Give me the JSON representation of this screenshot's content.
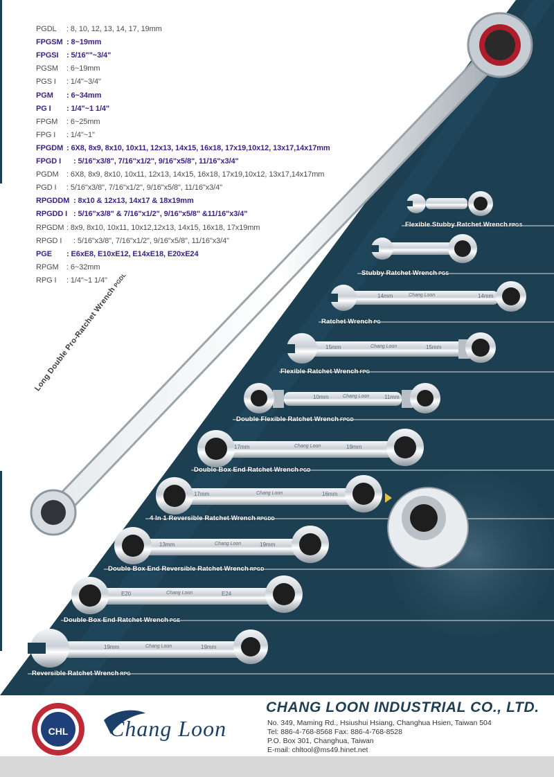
{
  "specs": [
    {
      "code": "PGDL",
      "value": ": 8, 10, 12, 13, 14, 17, 19mm",
      "highlight": false
    },
    {
      "code": "FPGSM",
      "value": ": 8~19mm",
      "highlight": true
    },
    {
      "code": "FPGSI",
      "value": ": 5/16\"\"~3/4\"",
      "highlight": true
    },
    {
      "code": "PGSM",
      "value": ": 6~19mm",
      "highlight": false
    },
    {
      "code": "PGS I",
      "value": ": 1/4\"~3/4\"",
      "highlight": false
    },
    {
      "code": "PGM",
      "value": ": 6~34mm",
      "highlight": true
    },
    {
      "code": "PG I",
      "value": ": 1/4\"~1 1/4\"",
      "highlight": true
    },
    {
      "code": "FPGM",
      "value": ": 6~25mm",
      "highlight": false
    },
    {
      "code": "FPG I",
      "value": ": 1/4\"~1\"",
      "highlight": false
    },
    {
      "code": "FPGDM",
      "value": ": 6X8, 8x9, 8x10, 10x11, 12x13, 14x15, 16x18, 17x19,10x12, 13x17,14x17mm",
      "highlight": true
    },
    {
      "code": "FPGD I",
      "value": ": 5/16\"x3/8\", 7/16\"x1/2\", 9/16\"x5/8\", 11/16\"x3/4\"",
      "highlight": true
    },
    {
      "code": "PGDM",
      "value": ": 6X8, 8x9, 8x10, 10x11, 12x13, 14x15, 16x18, 17x19,10x12, 13x17,14x17mm",
      "highlight": false
    },
    {
      "code": "PGD I",
      "value": ": 5/16\"x3/8\", 7/16\"x1/2\", 9/16\"x5/8\", 11/16\"x3/4\"",
      "highlight": false
    },
    {
      "code": "RPGDDM",
      "value": ": 8x10 & 12x13, 14x17 & 18x19mm",
      "highlight": true
    },
    {
      "code": "RPGDD I",
      "value": ": 5/16\"x3/8\" & 7/16\"x1/2\", 9/16\"x5/8\" &11/16\"x3/4\"",
      "highlight": true
    },
    {
      "code": "RPGDM",
      "value": ": 8x9, 8x10, 10x11, 10x12,12x13, 14x15, 16x18, 17x19mm",
      "highlight": false
    },
    {
      "code": "RPGD I",
      "value": ": 5/16\"x3/8\", 7/16\"x1/2\", 9/16\"x5/8\", 11/16\"x3/4\"",
      "highlight": false
    },
    {
      "code": "PGE",
      "value": ": E6xE8, E10xE12, E14xE18, E20xE24",
      "highlight": true
    },
    {
      "code": "RPGM",
      "value": ": 6~32mm",
      "highlight": false
    },
    {
      "code": "RPG I",
      "value": ": 1/4\"~1 1/4\"",
      "highlight": false
    }
  ],
  "products": {
    "pgdl": {
      "name": "Long Double Pro-Ratchet Wrench",
      "code": "PGDL"
    },
    "fpgs": {
      "name": "Flexible Stubby Ratchet Wrench",
      "code": "FPGS"
    },
    "pgs": {
      "name": "Stubby Ratchet Wrench",
      "code": "PGS"
    },
    "pg": {
      "name": "Ratchet Wrench",
      "code": "PG"
    },
    "fpg": {
      "name": "Flexible  Ratchet Wrench",
      "code": "FPG"
    },
    "fpgd": {
      "name": "Double Flexible Ratchet Wrench",
      "code": "FPGD"
    },
    "pgd": {
      "name": "Double Box End Ratchet Wrench",
      "code": "PGD"
    },
    "rpgdd": {
      "name": "4 In 1 Reversible Ratchet Wrench",
      "code": "RPGDD"
    },
    "rpgd": {
      "name": "Double Box End Reversible Ratchet Wrench",
      "code": "RPGD"
    },
    "pge": {
      "name": "Double Box End Ratchet Wrench",
      "code": "PGE"
    },
    "rpg": {
      "name": "Reversible Ratchet Wrench",
      "code": "RPG"
    }
  },
  "wrench_stamps": {
    "pg": [
      "14mm",
      "Chang Loon",
      "14mm"
    ],
    "fpg": [
      "15mm",
      "Chang Loon",
      "15mm"
    ],
    "fpgd": [
      "10mm",
      "Chang Loon",
      "11mm"
    ],
    "pgd": [
      "17mm",
      "Chang Loon",
      "19mm"
    ],
    "rpgdd": [
      "17mm",
      "Chang Loon",
      "16mm"
    ],
    "rpgd": [
      "13mm",
      "Chang Loon",
      "19mm"
    ],
    "pge": [
      "E20",
      "Chang Loon",
      "E24"
    ],
    "rpg": [
      "19mm",
      "Chang Loon",
      "19mm"
    ]
  },
  "company": {
    "logo_text": "CHL",
    "brand": "Chang Loon",
    "name": "CHANG LOON INDUSTRIAL CO., LTD.",
    "address": "No. 349, Maming Rd., Hsiushui Hsiang, Changhua Hsien, Taiwan 504",
    "phone": "Tel: 886-4-768-8568   Fax: 886-4-768-8528",
    "pobox": "P.O. Box 301, Changhua, Taiwan",
    "email": "E-mail: chltool@ms49.hinet.net"
  },
  "colors": {
    "background_panel": "#1c3f52",
    "highlight_text": "#3b1f8a",
    "company_text": "#1e3e52"
  }
}
